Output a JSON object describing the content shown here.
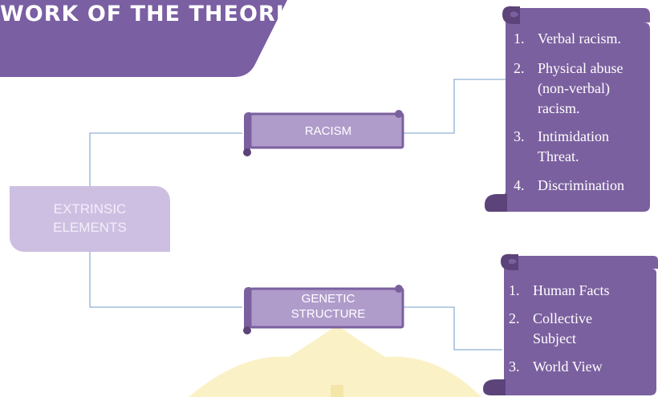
{
  "header": {
    "title": "WORK OF THE THEORIES"
  },
  "diagram": {
    "center": {
      "line1": "EXTRINSIC",
      "line2": "ELEMENTS"
    },
    "branches": [
      {
        "label_line1": "RACISM",
        "label_line2": "",
        "items": [
          {
            "num": "1.",
            "text": "Verbal racism."
          },
          {
            "num": "2.",
            "text": "Physical abuse (non-verbal) racism."
          },
          {
            "num": "3.",
            "text": "Intimidation Threat."
          },
          {
            "num": "4.",
            "text": "Discrimination"
          }
        ]
      },
      {
        "label_line1": "GENETIC",
        "label_line2": "STRUCTURE",
        "items": [
          {
            "num": "1.",
            "text": "Human Facts"
          },
          {
            "num": "2.",
            "text": "Collective Subject"
          },
          {
            "num": "3.",
            "text": "World View"
          }
        ]
      }
    ]
  },
  "colors": {
    "title_bg": "#7a5fa3",
    "scroll_fill": "#7b609f",
    "scroll_dark": "#5c447a",
    "label_scroll_fill": "#b09ccb",
    "center_fill": "#cdbfe2",
    "connector": "#8fb1d3",
    "watermark": "#fbf0c0"
  }
}
